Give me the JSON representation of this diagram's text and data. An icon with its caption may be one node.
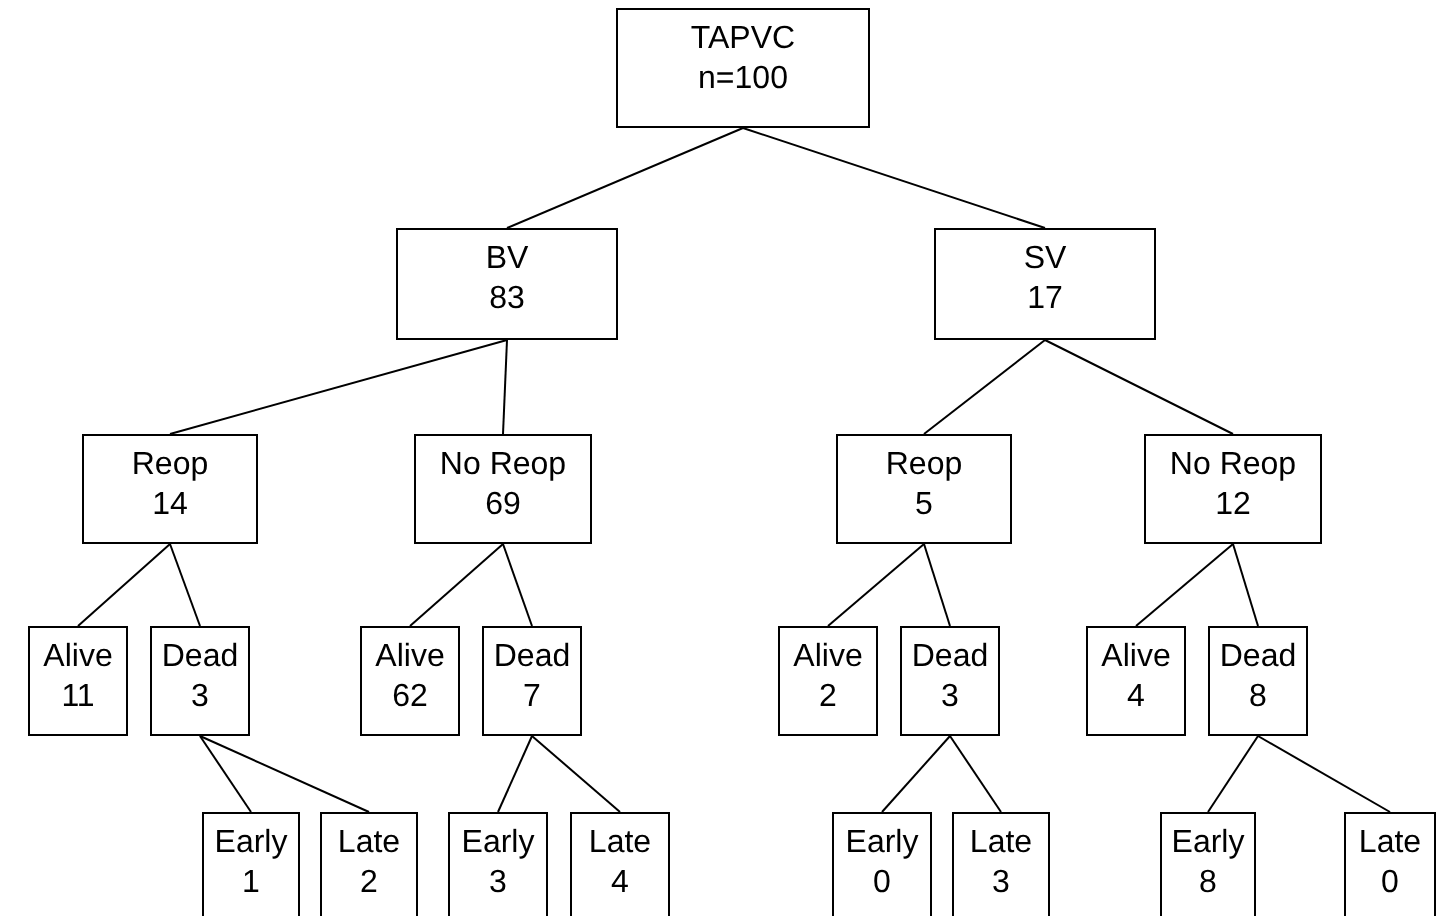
{
  "diagram": {
    "nodes": [
      {
        "text": [
          "TAPVC",
          "n=100"
        ]
      },
      {
        "text": [
          "BV",
          "83"
        ]
      },
      {
        "text": [
          "SV",
          "17"
        ]
      },
      {
        "text": [
          "Reop",
          "14"
        ]
      },
      {
        "text": [
          "No Reop",
          "69"
        ]
      },
      {
        "text": [
          "Reop",
          "5"
        ]
      },
      {
        "text": [
          "No Reop",
          "12"
        ]
      },
      {
        "text": [
          "Alive",
          "11"
        ]
      },
      {
        "text": [
          "Dead",
          "3"
        ]
      },
      {
        "text": [
          "Alive",
          "62"
        ]
      },
      {
        "text": [
          "Dead",
          "7"
        ]
      },
      {
        "text": [
          "Alive",
          "2"
        ]
      },
      {
        "text": [
          "Dead",
          "3"
        ]
      },
      {
        "text": [
          "Alive",
          "4"
        ]
      },
      {
        "text": [
          "Dead",
          "8"
        ]
      },
      {
        "text": [
          "Early",
          "1"
        ]
      },
      {
        "text": [
          "Late",
          "2"
        ]
      },
      {
        "text": [
          "Early",
          "3"
        ]
      },
      {
        "text": [
          "Late",
          "4"
        ]
      },
      {
        "text": [
          "Early",
          "0"
        ]
      },
      {
        "text": [
          "Late",
          "3"
        ]
      },
      {
        "text": [
          "Early",
          "8"
        ]
      },
      {
        "text": [
          "Late",
          "0"
        ]
      }
    ],
    "edges": [
      {
        "from": 0,
        "to": 1,
        "arrow": "none"
      },
      {
        "from": 0,
        "to": 2,
        "arrow": "none"
      },
      {
        "from": 1,
        "to": 3,
        "arrow": "none"
      },
      {
        "from": 1,
        "to": 4,
        "arrow": "none"
      },
      {
        "from": 2,
        "to": 5,
        "arrow": "none"
      },
      {
        "from": 2,
        "to": 6,
        "arrow": "none"
      },
      {
        "from": 3,
        "to": 7,
        "arrow": "none"
      },
      {
        "from": 3,
        "to": 8,
        "arrow": "none"
      },
      {
        "from": 4,
        "to": 9,
        "arrow": "none"
      },
      {
        "from": 4,
        "to": 10,
        "arrow": "none"
      },
      {
        "from": 5,
        "to": 11,
        "arrow": "none"
      },
      {
        "from": 5,
        "to": 12,
        "arrow": "none"
      },
      {
        "from": 6,
        "to": 13,
        "arrow": "none"
      },
      {
        "from": 6,
        "to": 14,
        "arrow": "none"
      },
      {
        "from": 8,
        "to": 15,
        "arrow": "none"
      },
      {
        "from": 8,
        "to": 16,
        "arrow": "none"
      },
      {
        "from": 10,
        "to": 17,
        "arrow": "none"
      },
      {
        "from": 10,
        "to": 18,
        "arrow": "none"
      },
      {
        "from": 12,
        "to": 19,
        "arrow": "none"
      },
      {
        "from": 12,
        "to": 20,
        "arrow": "none"
      },
      {
        "from": 14,
        "to": 21,
        "arrow": "none"
      },
      {
        "from": 14,
        "to": 22,
        "arrow": "none"
      }
    ]
  }
}
